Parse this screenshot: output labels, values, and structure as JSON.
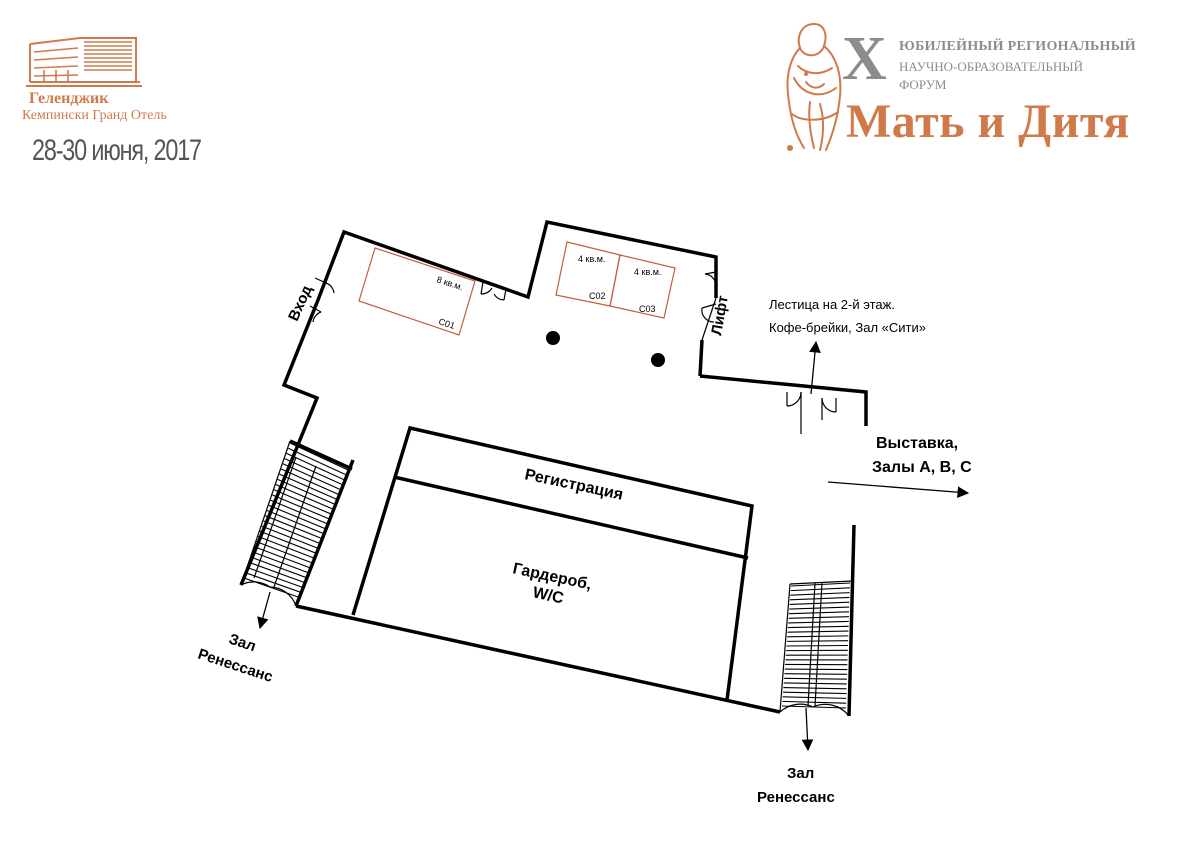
{
  "header": {
    "hotel": {
      "city": "Геленджик",
      "name": "Кемпински Гранд Отель",
      "dates": "28-30 июня, 2017"
    },
    "forum": {
      "numeral": "X",
      "line1": "ЮБИЛЕЙНЫЙ РЕГИОНАЛЬНЫЙ",
      "line2": "НАУЧНО-ОБРАЗОВАТЕЛЬНЫЙ",
      "line3": "ФОРУМ",
      "title": "Мать и Дитя"
    }
  },
  "floorplan": {
    "entrance": "Вход",
    "lift": "Лифт",
    "registration": "Регистрация",
    "wardrobe": {
      "line1": "Гардероб,",
      "line2": "W/C"
    },
    "stairs_note": {
      "line1": "Лестица на 2-й этаж.",
      "line2": "Кофе-брейки, Зал «Сити»"
    },
    "exhibition": {
      "line1": "Выставка,",
      "line2": "Залы А, В, С"
    },
    "hall_left": {
      "line1": "Зал",
      "line2": "Ренессанс"
    },
    "hall_right": {
      "line1": "Зал",
      "line2": "Ренессанс"
    },
    "booths": [
      {
        "id": "C01",
        "area": "8 кв.м."
      },
      {
        "id": "C02",
        "area": "4 кв.м."
      },
      {
        "id": "C03",
        "area": "4 кв.м."
      }
    ]
  },
  "colors": {
    "brand": "#d07a4c",
    "grey": "#8c8c8c",
    "booth": "#c0603f",
    "wall": "#000000"
  }
}
